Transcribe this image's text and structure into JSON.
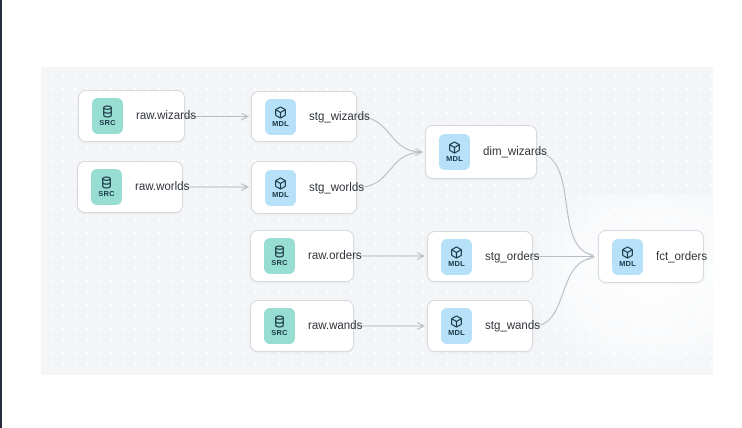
{
  "diagram": {
    "type": "lineage-dag",
    "nodes": [
      {
        "label": "raw.wizards",
        "kind": "source",
        "badge": "SRC",
        "icon": "database-icon"
      },
      {
        "label": "stg_wizards",
        "kind": "model",
        "badge": "MDL",
        "icon": "cube-icon"
      },
      {
        "label": "raw.worlds",
        "kind": "source",
        "badge": "SRC",
        "icon": "database-icon"
      },
      {
        "label": "stg_worlds",
        "kind": "model",
        "badge": "MDL",
        "icon": "cube-icon"
      },
      {
        "label": "dim_wizards",
        "kind": "model",
        "badge": "MDL",
        "icon": "cube-icon"
      },
      {
        "label": "raw.orders",
        "kind": "source",
        "badge": "SRC",
        "icon": "database-icon"
      },
      {
        "label": "stg_orders",
        "kind": "model",
        "badge": "MDL",
        "icon": "cube-icon"
      },
      {
        "label": "raw.wands",
        "kind": "source",
        "badge": "SRC",
        "icon": "database-icon"
      },
      {
        "label": "stg_wands",
        "kind": "model",
        "badge": "MDL",
        "icon": "cube-icon"
      },
      {
        "label": "fct_orders",
        "kind": "model",
        "badge": "MDL",
        "icon": "cube-icon"
      }
    ],
    "edges": [
      {
        "from": "raw.wizards",
        "to": "stg_wizards"
      },
      {
        "from": "raw.worlds",
        "to": "stg_worlds"
      },
      {
        "from": "stg_wizards",
        "to": "dim_wizards"
      },
      {
        "from": "stg_worlds",
        "to": "dim_wizards"
      },
      {
        "from": "raw.orders",
        "to": "stg_orders"
      },
      {
        "from": "raw.wands",
        "to": "stg_wands"
      },
      {
        "from": "dim_wizards",
        "to": "fct_orders"
      },
      {
        "from": "stg_orders",
        "to": "fct_orders"
      },
      {
        "from": "stg_wands",
        "to": "fct_orders"
      }
    ],
    "colors": {
      "canvas_background": "#f3f5f7",
      "canvas_dots": "#ffffff",
      "source_badge": "#97ddd2",
      "model_badge": "#b6e1f8",
      "badge_text": "#1d3a47",
      "node_background": "#ffffff",
      "node_border": "#d6d9dd",
      "node_label": "#2f343a",
      "edge": "#b9bec6",
      "left_strip": "#262d3e"
    }
  }
}
